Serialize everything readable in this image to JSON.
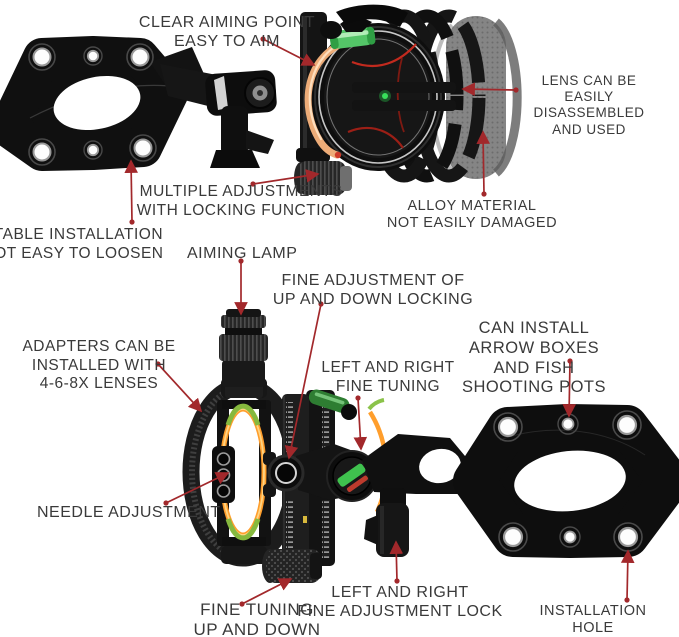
{
  "callouts": {
    "clear_aiming_point": "CLEAR AIMING POINT\nEASY TO AIM",
    "lens_disassembled": "LENS CAN BE EASILY\nDISASSEMBLED AND USED",
    "multiple_adjustments": "MULTIPLE ADJUSTMENTS\nWITH LOCKING FUNCTION",
    "alloy_material": "ALLOY MATERIAL\nNOT EASILY DAMAGED",
    "stable_installation": "STABLE INSTALLATION\nNOT EASY TO LOOSEN",
    "aiming_lamp": "AIMING LAMP",
    "fine_adjustment_locking": "FINE ADJUSTMENT OF\nUP AND DOWN LOCKING",
    "adapters_lenses": "ADAPTERS CAN BE\nINSTALLED WITH\n4-6-8X LENSES",
    "left_right_fine_tuning": "LEFT AND RIGHT\nFINE TUNING",
    "arrow_boxes": "CAN INSTALL ARROW BOXES\nAND FISH SHOOTING POTS",
    "needle_adjustment": "NEEDLE ADJUSTMENT",
    "fine_tuning_up_down": "FINE TUNING\nUP AND DOWN",
    "left_right_lock": "LEFT AND RIGHT\nFINE ADJUSTMENT LOCK",
    "installation_hole": "INSTALLATION HOLE"
  },
  "colors": {
    "annotation_arrow": "#a2282b",
    "label_text": "#3a3a3a",
    "product_black": "#111111",
    "knurled_ring_gray": "#828282",
    "fiber_optic_orange": "#ff9e2c",
    "bubble_level_green": "#54c568"
  }
}
